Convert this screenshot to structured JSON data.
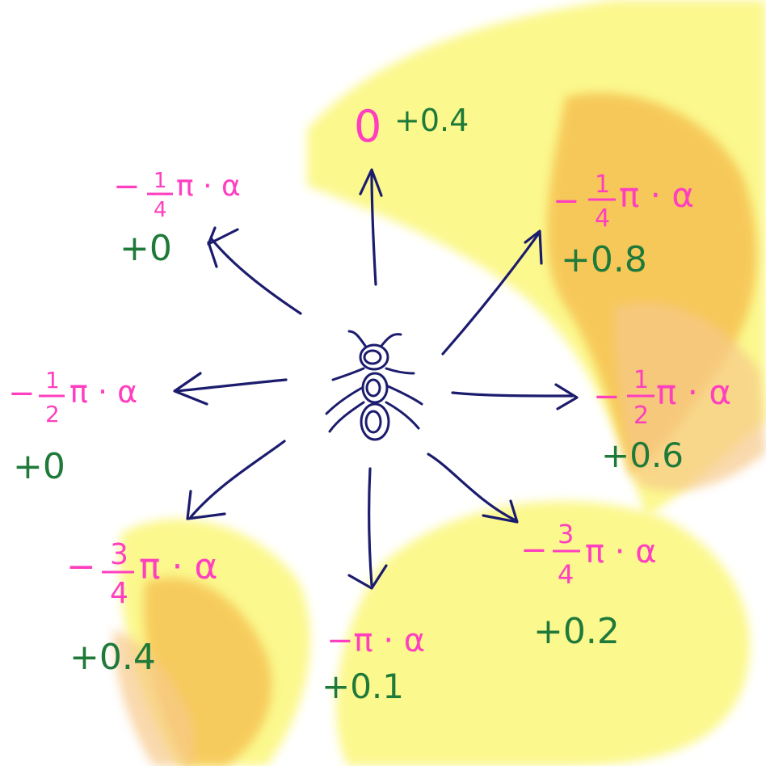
{
  "colors": {
    "background": "#ffffff",
    "highlight_yellow": "#fbf77a",
    "highlight_orange": "#f5b94a",
    "highlight_peach": "#f7c98a",
    "arrow_ink": "#1c1c6e",
    "angle_ink": "#ff3fbf",
    "bonus_ink": "#1f7a3a"
  },
  "center": {
    "icon": "ant-icon"
  },
  "directions": [
    {
      "id": "up",
      "angle_text": "0",
      "bonus": "+0.4",
      "highlight": "yellow"
    },
    {
      "id": "up-right",
      "coef_num": "1",
      "coef_den": "4",
      "bonus": "+0.8",
      "highlight": "orange"
    },
    {
      "id": "right",
      "coef_num": "1",
      "coef_den": "2",
      "bonus": "+0.6",
      "highlight": "orange"
    },
    {
      "id": "down-right",
      "coef_num": "3",
      "coef_den": "4",
      "bonus": "+0.2",
      "highlight": "yellow"
    },
    {
      "id": "down",
      "angle_text": "−π · α",
      "bonus": "+0.1",
      "highlight": "yellow"
    },
    {
      "id": "down-left",
      "coef_num": "3",
      "coef_den": "4",
      "bonus": "+0.4",
      "highlight": "orange"
    },
    {
      "id": "left",
      "coef_num": "1",
      "coef_den": "2",
      "bonus": "+0",
      "highlight": "none"
    },
    {
      "id": "up-left",
      "coef_num": "1",
      "coef_den": "4",
      "bonus": "+0",
      "highlight": "none"
    }
  ],
  "symbols": {
    "minus": "−",
    "pi_alpha": "π · α"
  }
}
